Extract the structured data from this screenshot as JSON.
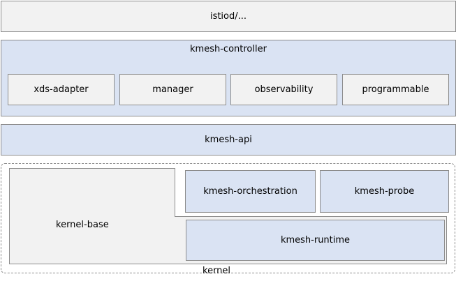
{
  "istiod": {
    "label": "istiod/..."
  },
  "controller": {
    "title": "kmesh-controller",
    "modules": [
      {
        "label": "xds-adapter"
      },
      {
        "label": "manager"
      },
      {
        "label": "observability"
      },
      {
        "label": "programmable"
      }
    ]
  },
  "api": {
    "label": "kmesh-api"
  },
  "kernel": {
    "label": "kernel",
    "base_label": "kernel-base",
    "orchestration_label": "kmesh-orchestration",
    "probe_label": "kmesh-probe",
    "runtime_label": "kmesh-runtime"
  },
  "colors": {
    "gray_fill": "#f2f2f2",
    "blue_fill": "#dae3f3",
    "border": "#8c8c8c"
  }
}
